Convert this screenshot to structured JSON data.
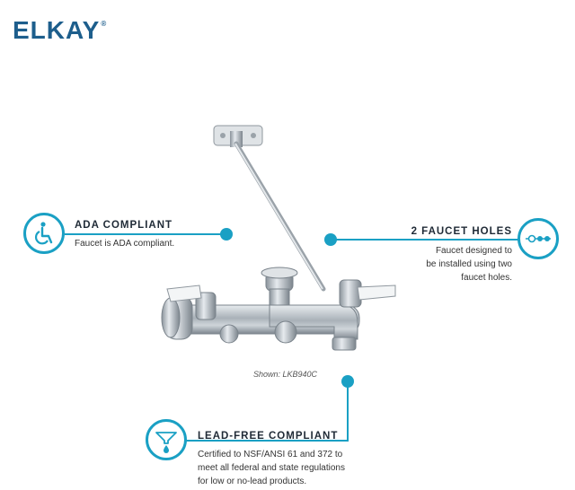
{
  "brand": {
    "name": "ELKAY",
    "mark": "®"
  },
  "features": {
    "ada": {
      "title": "ADA COMPLIANT",
      "text": "Faucet is ADA compliant."
    },
    "holes": {
      "title": "2 FAUCET HOLES",
      "lines": [
        "Faucet designed to",
        "be installed using two",
        "faucet holes."
      ]
    },
    "lead": {
      "title": "LEAD-FREE COMPLIANT",
      "lines": [
        "Certified to NSF/ANSI 61 and 372 to",
        "meet all federal and state regulations",
        "for low or no-lead products."
      ]
    }
  },
  "caption": "Shown: LKB940C",
  "icons": [
    "wheelchair-icon",
    "faucet-holes-icon",
    "water-drop-filter-icon"
  ],
  "colors": {
    "accent": "#1aa0c4",
    "brand": "#1d5e8c"
  }
}
